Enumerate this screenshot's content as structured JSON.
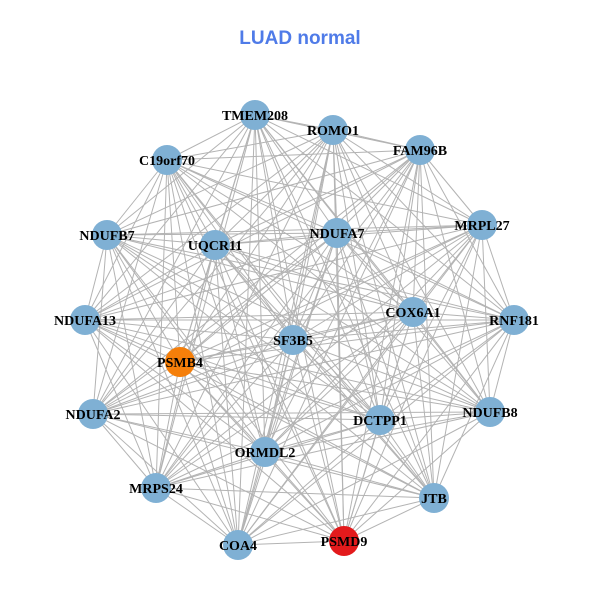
{
  "title": "LUAD normal",
  "colors": {
    "title": "#4f7be8",
    "node_default": "#7fb0d4",
    "node_orange": "#f57f0a",
    "node_red": "#e31a1c",
    "edge": "#b3b3b3"
  },
  "nodes": [
    {
      "id": "TMEM208",
      "color": "node_default"
    },
    {
      "id": "ROMO1",
      "color": "node_default"
    },
    {
      "id": "FAM96B",
      "color": "node_default"
    },
    {
      "id": "C19orf70",
      "color": "node_default"
    },
    {
      "id": "NDUFB7",
      "color": "node_default"
    },
    {
      "id": "UQCR11",
      "color": "node_default"
    },
    {
      "id": "NDUFA7",
      "color": "node_default"
    },
    {
      "id": "MRPL27",
      "color": "node_default"
    },
    {
      "id": "COX6A1",
      "color": "node_default"
    },
    {
      "id": "RNF181",
      "color": "node_default"
    },
    {
      "id": "NDUFA13",
      "color": "node_default"
    },
    {
      "id": "SF3B5",
      "color": "node_default"
    },
    {
      "id": "PSMB4",
      "color": "node_orange"
    },
    {
      "id": "NDUFA2",
      "color": "node_default"
    },
    {
      "id": "NDUFB8",
      "color": "node_default"
    },
    {
      "id": "DCTPP1",
      "color": "node_default"
    },
    {
      "id": "ORMDL2",
      "color": "node_default"
    },
    {
      "id": "MRPS24",
      "color": "node_default"
    },
    {
      "id": "JTB",
      "color": "node_default"
    },
    {
      "id": "COA4",
      "color": "node_default"
    },
    {
      "id": "PSMD9",
      "color": "node_red"
    }
  ],
  "edges_note": "near-complete graph; all pairs connected except listed",
  "missing_edges": [
    [
      "NDUFA13",
      "NDUFA2"
    ],
    [
      "JTB",
      "NDUFB8"
    ]
  ]
}
